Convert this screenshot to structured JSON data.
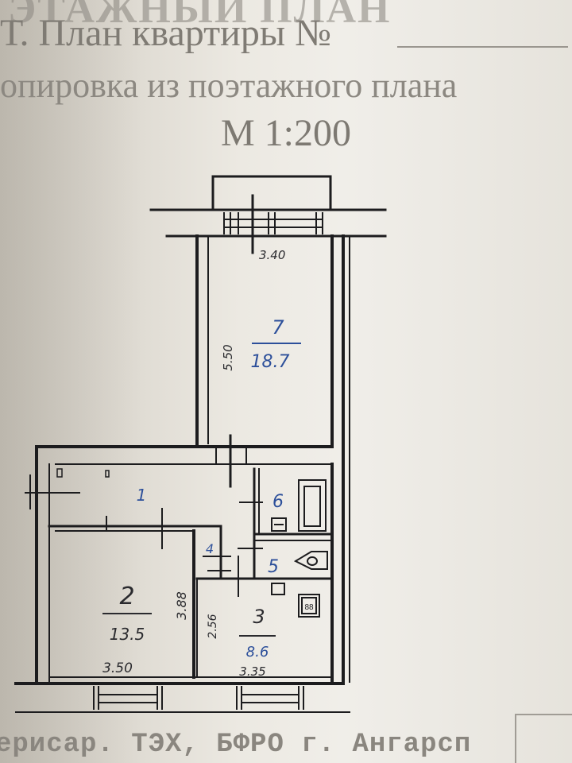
{
  "header": {
    "line1": "ЭТАЖНЫЙ ПЛАН",
    "line2": "Т. План квартиры №",
    "line3": "опировка из поэтажного плана",
    "scale": "М 1:200"
  },
  "rooms": [
    {
      "number": "7",
      "area": "18.7",
      "dim_width": "3.40",
      "dim_length": "5.50"
    },
    {
      "number": "1"
    },
    {
      "number": "6"
    },
    {
      "number": "5"
    },
    {
      "number": "4"
    },
    {
      "number": "2",
      "area": "13.5",
      "dim_width": "3.50",
      "dim_length": "3.88"
    },
    {
      "number": "3",
      "area": "8.6",
      "dim_width": "3.35",
      "dim_length": "2.56"
    }
  ],
  "fixtures": {
    "stove_label": "88"
  },
  "footer": {
    "text": "ерисар. ТЭХ, БФРО г. Ангарсп"
  },
  "colors": {
    "paper": "#ece9e2",
    "wall": "#1c1c1e",
    "ink_blue": "#2c4f9a",
    "pencil": "#2a2a2e"
  }
}
